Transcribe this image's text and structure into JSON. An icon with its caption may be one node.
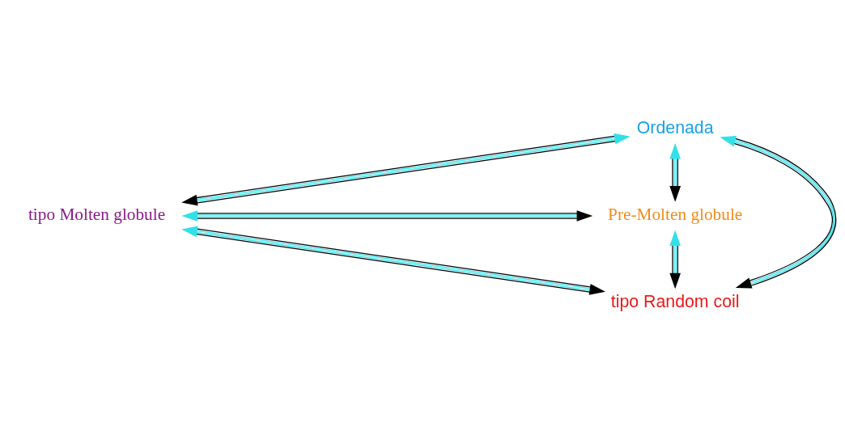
{
  "diagram": {
    "nodes": [
      {
        "text": [
          "Ordenada"
        ]
      },
      {
        "text": [
          "tipo Molten globule"
        ]
      },
      {
        "text": [
          "Pre-Molten globule"
        ]
      },
      {
        "text": [
          "tipo Random coil"
        ]
      }
    ],
    "edges": [
      {
        "from": 0,
        "to": 1,
        "arrow": "both"
      },
      {
        "from": 0,
        "to": 3,
        "arrow": "both"
      },
      {
        "from": 0,
        "to": 2,
        "arrow": "both"
      },
      {
        "from": 1,
        "to": 2,
        "arrow": "both"
      },
      {
        "from": 1,
        "to": 3,
        "arrow": "both"
      },
      {
        "from": 2,
        "to": 3,
        "arrow": "both"
      }
    ]
  }
}
